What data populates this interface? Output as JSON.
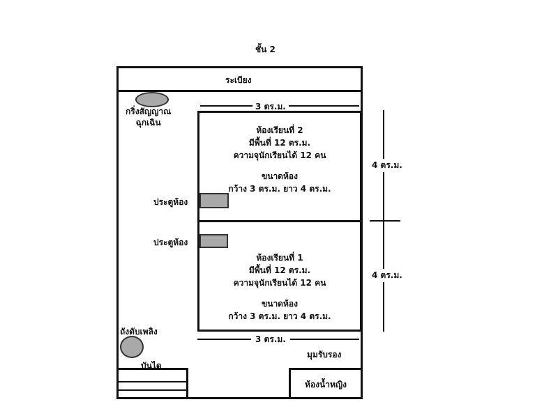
{
  "title": "ชั้น 2",
  "corridor": "ระเบียง",
  "alarm": [
    "กริ่งสัญญาณ",
    "ฉุกเฉิน"
  ],
  "width_top": "3 ตร.ม.",
  "width_bottom": "3 ตร.ม.",
  "height_upper": "4 ตร.ม.",
  "height_lower": "4 ตร.ม.",
  "room2": {
    "l1": "ห้องเรียนที่ 2",
    "l2": "มีพื้นที่ 12 ตร.ม.",
    "l3": "ความจุนักเรียนได้ 12 คน",
    "l4": "ขนาดห้อง",
    "l5": "กว้าง 3 ตร.ม. ยาว 4 ตร.ม."
  },
  "room1": {
    "l1": "ห้องเรียนที่ 1",
    "l2": "มีพื้นที่ 12 ตร.ม.",
    "l3": "ความจุนักเรียนได้ 12 คน",
    "l4": "ขนาดห้อง",
    "l5": "กว้าง 3 ตร.ม. ยาว 4 ตร.ม."
  },
  "door2": "ประตูห้อง",
  "door1": "ประตูห้อง",
  "extinguisher": "ถังดับเพลิง",
  "stairs": "บันได",
  "lounge": "มุมรับรอง",
  "restroom": "ห้องน้ำหญิง"
}
